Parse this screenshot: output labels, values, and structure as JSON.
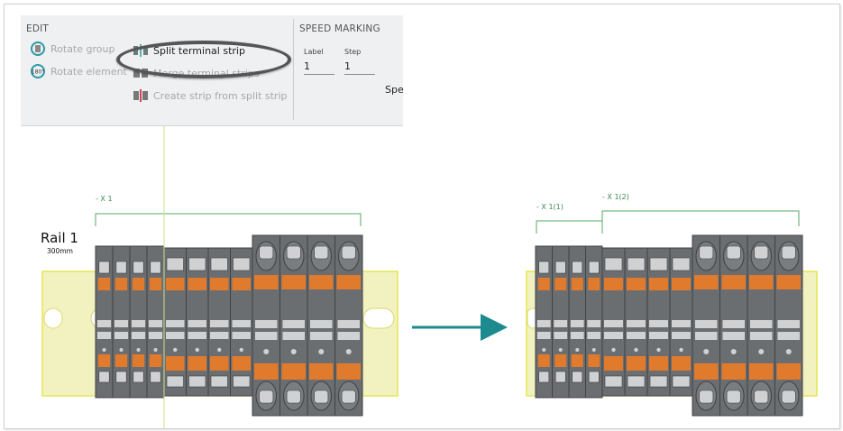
{
  "ribbon": {
    "edit_title": "EDIT",
    "speed_title": "SPEED MARKING",
    "items": {
      "rotate_group": "Rotate group",
      "rotate_element": "Rotate element",
      "split_strip": "Split terminal strip",
      "merge_strips": "Merge terminal strips",
      "create_strip": "Create strip from split strip"
    },
    "speed": {
      "label_caption": "Label",
      "label_value": "1",
      "step_caption": "Step",
      "step_value": "1",
      "truncated": "Spe"
    }
  },
  "left_diagram": {
    "strip_label": "- X 1",
    "rail_name": "Rail 1",
    "rail_length": "300mm"
  },
  "right_diagram": {
    "strip1_label": "- X 1(1)",
    "strip2_label": "- X 1(2)"
  },
  "colors": {
    "terminal_body": "#6b6e71",
    "terminal_light": "#cfd1d2",
    "terminal_orange": "#e07a2c",
    "rail_yellow": "#f2f2c0",
    "bracket_green": "#5aa86a",
    "arrow_teal": "#1c8a8f",
    "split_line": "#c9e08a"
  }
}
